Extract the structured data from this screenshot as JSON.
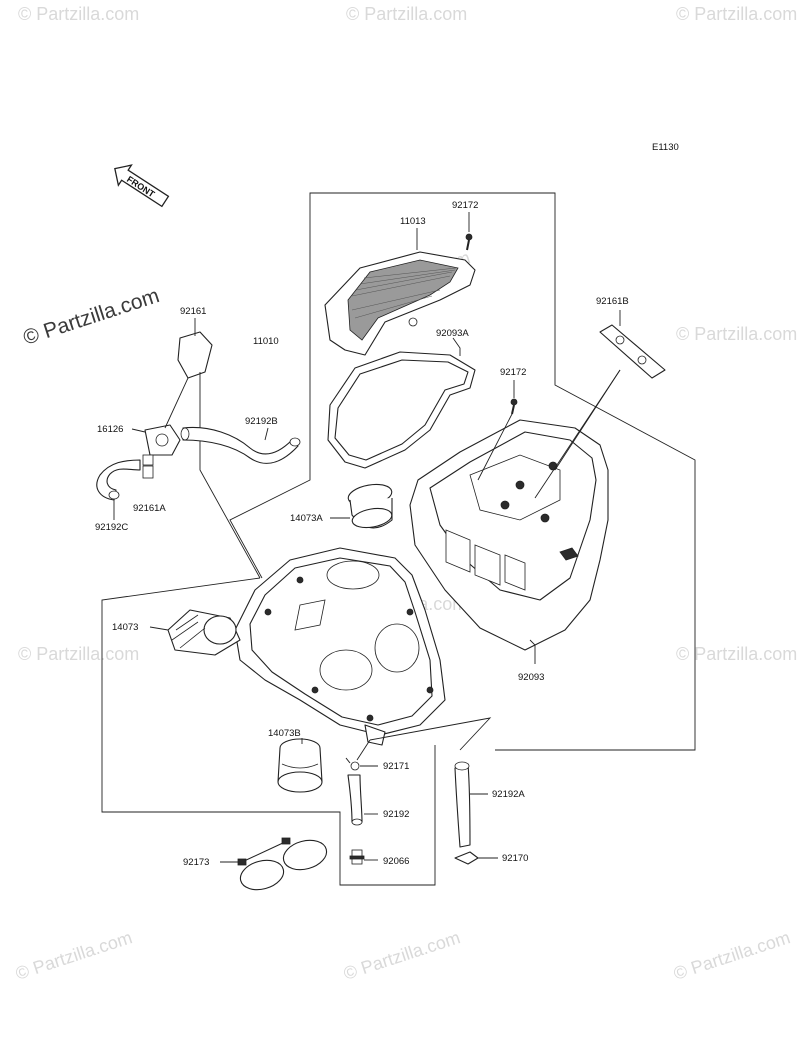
{
  "diagram_code": "E1130",
  "front_label": "FRONT",
  "watermark_text": "© Partzilla.com",
  "parts": {
    "p11010": "11010",
    "p11013": "11013",
    "p92172a": "92172",
    "p92172b": "92172",
    "p92093A": "92093A",
    "p92161B": "92161B",
    "p92161": "92161",
    "p16126": "16126",
    "p92192B": "92192B",
    "p92161A": "92161A",
    "p92192C": "92192C",
    "p14073A": "14073A",
    "p14073": "14073",
    "p92093": "92093",
    "p14073B": "14073B",
    "p92171": "92171",
    "p92192": "92192",
    "p92192A": "92192A",
    "p92066": "92066",
    "p92170": "92170",
    "p92173": "92173"
  },
  "colors": {
    "line": "#222222",
    "watermark": "#d9d9d9",
    "watermark_bold": "#3a3a3a"
  }
}
